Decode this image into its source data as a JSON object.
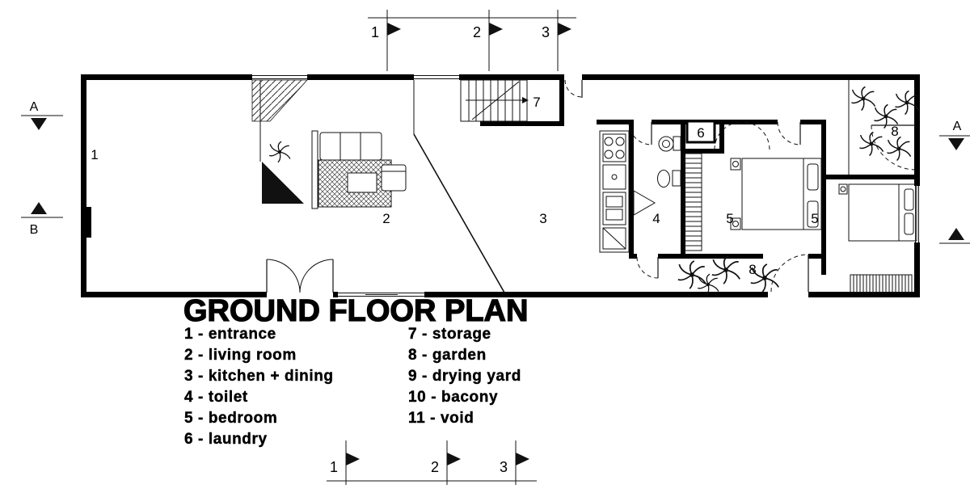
{
  "title": "GROUND FLOOR PLAN",
  "legend": {
    "left": [
      "1 - entrance",
      "2 - living room",
      "3 - kitchen + dining",
      "4 - toilet",
      "5 - bedroom",
      "6 - laundry"
    ],
    "right": [
      "7 - storage",
      "8 - garden",
      "9 - drying yard",
      "10 - bacony",
      "11 - void"
    ]
  },
  "rooms": [
    {
      "label": "1",
      "name": "entrance"
    },
    {
      "label": "2",
      "name": "living room"
    },
    {
      "label": "3",
      "name": "kitchen + dining"
    },
    {
      "label": "4",
      "name": "toilet"
    },
    {
      "label": "5",
      "name": "bedroom"
    },
    {
      "label": "5",
      "name": "bedroom"
    },
    {
      "label": "6",
      "name": "laundry"
    },
    {
      "label": "7",
      "name": "storage"
    },
    {
      "label": "8",
      "name": "garden"
    },
    {
      "label": "8",
      "name": "garden"
    }
  ],
  "section_markers": {
    "top": [
      "1",
      "2",
      "3"
    ],
    "bottom": [
      "1",
      "2",
      "3"
    ],
    "left": [
      "A",
      "B"
    ],
    "right": [
      "A"
    ]
  },
  "colors": {
    "ink": "#000000",
    "paper": "#ffffff"
  }
}
